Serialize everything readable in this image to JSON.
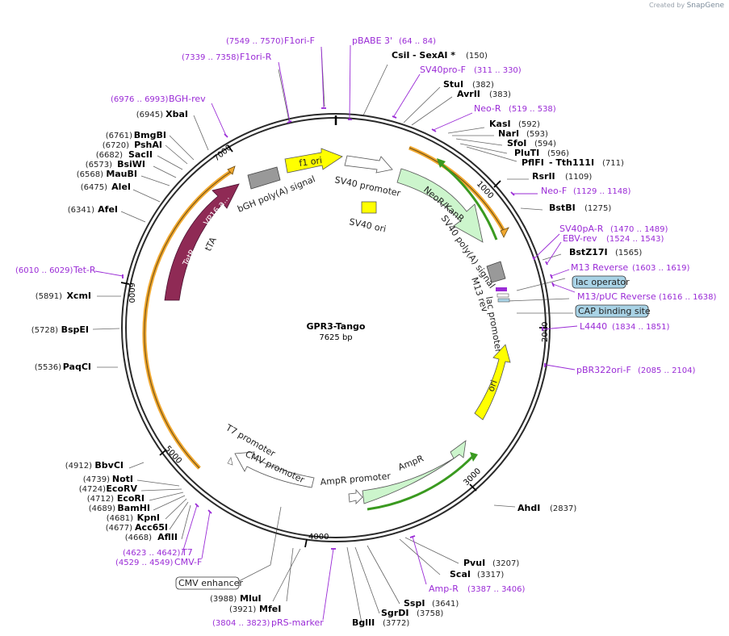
{
  "credit": {
    "prefix": "Created by",
    "brand": "SnapGene"
  },
  "title": "GPR3-Tango",
  "size": "7625 bp",
  "ticks": [
    "1000",
    "2000",
    "3000",
    "4000",
    "5000",
    "6000",
    "7000"
  ],
  "sites_right": [
    {
      "name": "CsiI",
      "pos": "(150)",
      "extra": " - SexAI *"
    },
    {
      "name": "StuI",
      "pos": "(382)"
    },
    {
      "name": "AvrII",
      "pos": "(383)"
    },
    {
      "name": "KasI",
      "pos": "(592)"
    },
    {
      "name": "NarI",
      "pos": "(593)"
    },
    {
      "name": "SfoI",
      "pos": "(594)"
    },
    {
      "name": "PluTI",
      "pos": "(596)"
    },
    {
      "name": "PflFI",
      "pos": "(711)",
      "extra": " - Tth111I"
    },
    {
      "name": "RsrII",
      "pos": "(1109)"
    },
    {
      "name": "BstBI",
      "pos": "(1275)"
    },
    {
      "name": "BstZ17I",
      "pos": "(1565)"
    },
    {
      "name": "AhdI",
      "pos": "(2837)"
    }
  ],
  "sites_bottom": [
    {
      "name": "PvuI",
      "pos": "(3207)"
    },
    {
      "name": "ScaI",
      "pos": "(3317)"
    },
    {
      "name": "SspI",
      "pos": "(3641)"
    },
    {
      "name": "SgrDI",
      "pos": "(3758)"
    },
    {
      "name": "BglII",
      "pos": "(3772)"
    },
    {
      "name": "MluI",
      "pos": "(3988)"
    },
    {
      "name": "MfeI",
      "pos": "(3921)"
    }
  ],
  "sites_left": [
    {
      "name": "XbaI",
      "pos": "(6945)"
    },
    {
      "name": "BmgBI",
      "pos": "(6761)"
    },
    {
      "name": "PshAI",
      "pos": "(6720)"
    },
    {
      "name": "SacII",
      "pos": "(6682)"
    },
    {
      "name": "BsiWI",
      "pos": "(6573)"
    },
    {
      "name": "MauBI",
      "pos": "(6568)"
    },
    {
      "name": "AleI",
      "pos": "(6475)"
    },
    {
      "name": "AfeI",
      "pos": "(6341)"
    },
    {
      "name": "XcmI",
      "pos": "(5891)"
    },
    {
      "name": "BspEI",
      "pos": "(5728)"
    },
    {
      "name": "PaqCI",
      "pos": "(5536)"
    },
    {
      "name": "BbvCI",
      "pos": "(4912)"
    },
    {
      "name": "NotI",
      "pos": "(4739)"
    },
    {
      "name": "EcoRV",
      "pos": "(4724)"
    },
    {
      "name": "EcoRI",
      "pos": "(4712)"
    },
    {
      "name": "BamHI",
      "pos": "(4689)"
    },
    {
      "name": "KpnI",
      "pos": "(4681)"
    },
    {
      "name": "Acc65I",
      "pos": "(4677)"
    },
    {
      "name": "AflII",
      "pos": "(4668)"
    }
  ],
  "primers": [
    {
      "name": "F1ori-F",
      "range": "(7549 .. 7570)"
    },
    {
      "name": "pBABE 3'",
      "range": "(64 .. 84)"
    },
    {
      "name": "F1ori-R",
      "range": "(7339 .. 7358)"
    },
    {
      "name": "SV40pro-F",
      "range": "(311 .. 330)"
    },
    {
      "name": "BGH-rev",
      "range": "(6976 .. 6993)"
    },
    {
      "name": "Neo-R",
      "range": "(519 .. 538)"
    },
    {
      "name": "Neo-F",
      "range": "(1129 .. 1148)"
    },
    {
      "name": "SV40pA-R",
      "range": "(1470 .. 1489)"
    },
    {
      "name": "EBV-rev",
      "range": "(1524 .. 1543)"
    },
    {
      "name": "M13 Reverse",
      "range": "(1603 .. 1619)"
    },
    {
      "name": "M13/pUC Reverse",
      "range": "(1616 .. 1638)"
    },
    {
      "name": "L4440",
      "range": "(1834 .. 1851)"
    },
    {
      "name": "pBR322ori-F",
      "range": "(2085 .. 2104)"
    },
    {
      "name": "Tet-R",
      "range": "(6010 .. 6029)"
    },
    {
      "name": "Amp-R",
      "range": "(3387 .. 3406)"
    },
    {
      "name": "T7",
      "range": "(4623 .. 4642)"
    },
    {
      "name": "CMV-F",
      "range": "(4529 .. 4549)"
    },
    {
      "name": "pRS-marker",
      "range": "(3804 .. 3823)"
    }
  ],
  "boxed": [
    "lac operator",
    "CAP binding site",
    "CMV enhancer"
  ],
  "features": {
    "f1ori": "f1 ori",
    "sv40_promoter": "SV40 promoter",
    "sv40_ori": "SV40 ori",
    "bgh": "bGH poly(A) signal",
    "neo": "NeoR/KanR",
    "sv40pa": "SV40 poly(A) signal",
    "m13rev": "M13 rev",
    "lac_promoter": "lac promoter",
    "ori": "ori",
    "ampr": "AmpR",
    "ampr_promoter": "AmpR promoter",
    "cmv_promoter": "CMV promoter",
    "t7_promoter": "T7 promoter",
    "tta": "tTA",
    "tetr": "TetR",
    "vp16": "VP16 a..."
  },
  "colors": {
    "backbone": "#2a2a2a",
    "primer": "#9a2bd6",
    "f1ori": "#ffff00",
    "neo": "#ccf5cc",
    "tta": "#8f2a55",
    "orange": "#f0a830",
    "green": "#3a9a20",
    "box": "#a9d3e6"
  }
}
